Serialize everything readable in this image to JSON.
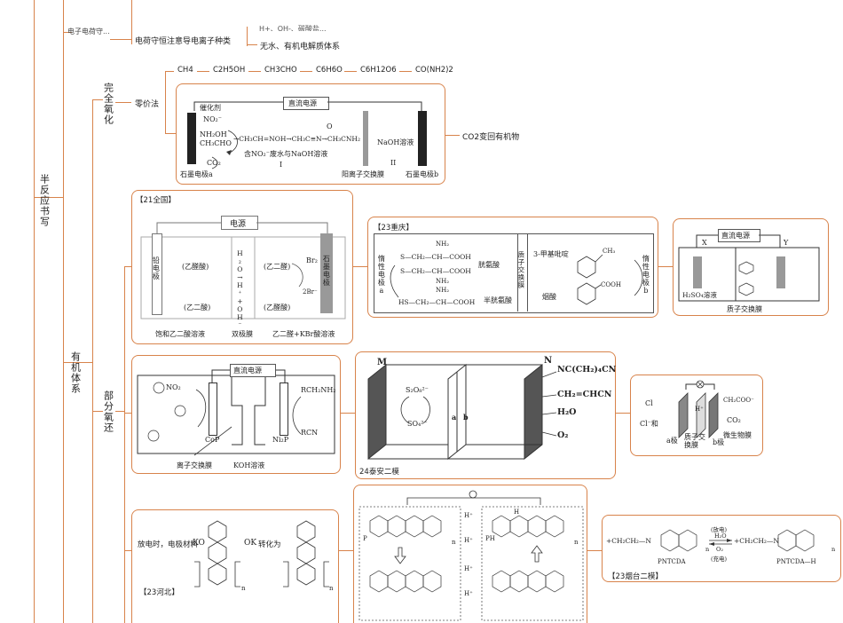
{
  "tree": {
    "root_label": "半反应书写",
    "top_partial": "电子电荷守...",
    "charge_rule": "电荷守恒注意导电离子种类",
    "charge_note_top": "H+、OH-、碳酸盐...",
    "charge_note": "无水、有机电解质体系",
    "organic_label": "有机体系",
    "complete_ox_label": "完全氧化",
    "zero_valence_label": "零价法",
    "partial_ox_label": "部分氧还"
  },
  "zero_valence": {
    "compounds": [
      "CH4",
      "C2H5OH",
      "CH3CHO",
      "C6H6O",
      "C6H12O6",
      "CO(NH2)2"
    ],
    "co2_label": "CO2变回有机物"
  },
  "cell_co2": {
    "power": "直流电源",
    "catalyst": "催化剂",
    "no2": "NO₂⁻",
    "nh2oh": "NH₂OH",
    "ch3cho": "CH₃CHO",
    "reaction": "→CH₃CH=NOH→CH₃C≡N→CH₃CNH₂",
    "amide_o": "O",
    "condition": "含NO₂⁻废水与NaOH溶液",
    "zone1": "I",
    "zone2": "II",
    "naoh": "NaOH溶液",
    "co2": "CO₂",
    "electrode_a": "石墨电极a",
    "membrane": "阳离子交换膜",
    "electrode_b": "石墨电极b"
  },
  "cell_21": {
    "tag": "【21全国】",
    "power": "电源",
    "lead": "铅电极",
    "glyoxylic_acid": "(乙醛酸)",
    "oxalic_acid": "(乙二酸)",
    "glyoxal": "(乙二醛)",
    "h2o_split": "H₂O→H⁺+OH⁻",
    "br2": "Br₂",
    "br_minus": "2Br⁻",
    "graphite": "石墨电极",
    "sat_oxalic": "饱和乙二酸溶液",
    "bipolar": "双极膜",
    "glyoxal_kbr": "乙二醛+KBr酸溶液"
  },
  "cell_23cq": {
    "tag": "【23重庆】",
    "inert_a": "惰性电极a",
    "cystine": "胱氨酸",
    "cysteine": "半胱氨酸",
    "nh2": "NH₂",
    "cooh": "COOH",
    "proton_membrane": "质子交换膜",
    "methylpyridine": "3-甲基吡啶",
    "niacin": "烟酸",
    "inert_b": "惰性电极b",
    "ch3": "CH₃"
  },
  "cell_h2so4": {
    "power": "直流电源",
    "x": "X",
    "y": "Y",
    "h2so4": "H₂SO₄溶液",
    "membrane": "质子交换膜"
  },
  "cell_nitro": {
    "power": "直流电源",
    "no2": "NO₂",
    "cop": "CoP",
    "ni2p": "Ni₂P",
    "amine": "RCH₂NH₂",
    "rcn": "RCN",
    "ion_membrane": "离子交换膜",
    "koh": "KOH溶液"
  },
  "cell_taian": {
    "m": "M",
    "n": "N",
    "s2o8": "S₂O₈²⁻",
    "so4": "SO₄²⁻",
    "a": "a",
    "b": "b",
    "adipo": "NC(CH₂)₄CN",
    "acrylo": "CH₂=CHCN",
    "h2o": "H₂O",
    "o2": "O₂",
    "caption": "24泰安二模"
  },
  "cell_microbe": {
    "cl": "Cl",
    "cl_and": "Cl⁻和",
    "h_plus": "H⁺",
    "ch2coo": "CH₂COO⁻",
    "co2": "CO₂",
    "a_pole": "a极",
    "proton_membrane": "质子交换膜",
    "b_pole": "b极",
    "microbe": "微生物膜"
  },
  "cell_23hb": {
    "text_prefix": "放电时，电极材料",
    "ko": "KO",
    "ok": "OK",
    "convert": "转化为",
    "n": "n",
    "tag": "【23河北】"
  },
  "cell_phenazine": {
    "p": "P",
    "ph": "PH",
    "h_plus": "H⁺",
    "h": "H",
    "n": "n"
  },
  "cell_23yt": {
    "tag": "【23烟台二模】",
    "left_name": "PNTCDA",
    "right_name": "PNTCDA—H",
    "discharge": "(放电)",
    "h2o": "H₂O",
    "o2": "O₂",
    "charge": "(充电)",
    "chain": "CH₂CH₂",
    "n": "n"
  }
}
